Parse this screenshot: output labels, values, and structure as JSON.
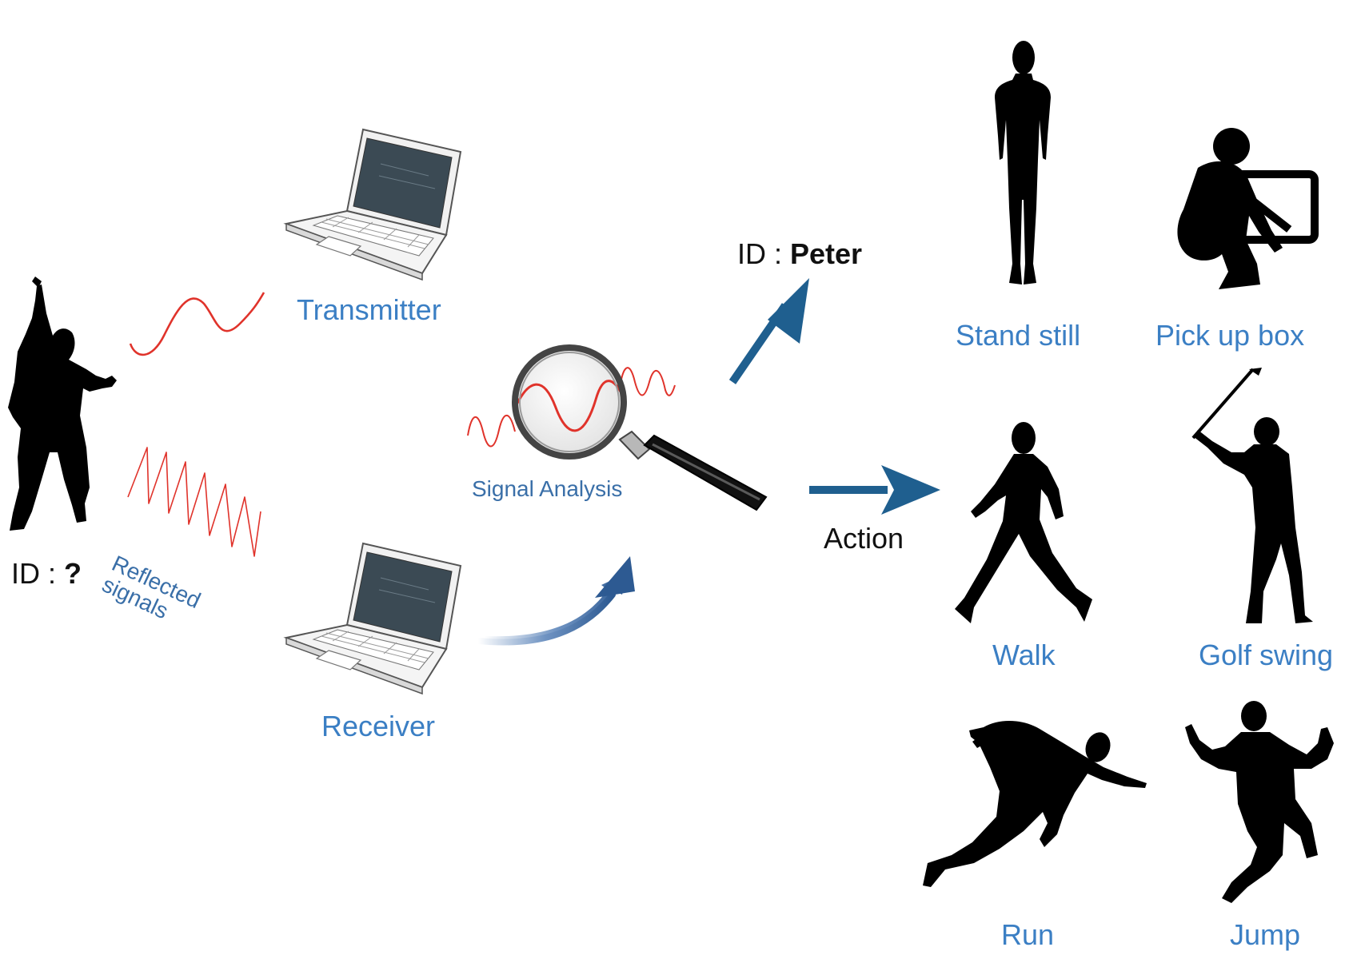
{
  "colors": {
    "label_blue": "#3b7fc4",
    "arrow_blue": "#1f5f8f",
    "signal_red": "#e0332b",
    "silhouette": "#000000"
  },
  "subject": {
    "id_prefix": "ID : ",
    "id_value": "?"
  },
  "reflected_label": {
    "line1": "Reflected",
    "line2": "signals"
  },
  "transmitter": {
    "label": "Transmitter"
  },
  "receiver": {
    "label": "Receiver"
  },
  "analysis": {
    "label": "Signal Analysis"
  },
  "identity": {
    "prefix": "ID : ",
    "value": "Peter"
  },
  "action": {
    "label": "Action"
  },
  "actions": [
    {
      "label": "Stand still",
      "icon": "stand-still-icon"
    },
    {
      "label": "Pick up box",
      "icon": "pick-up-box-icon"
    },
    {
      "label": "Walk",
      "icon": "walk-icon"
    },
    {
      "label": "Golf swing",
      "icon": "golf-swing-icon"
    },
    {
      "label": "Run",
      "icon": "run-icon"
    },
    {
      "label": "Jump",
      "icon": "jump-icon"
    }
  ]
}
